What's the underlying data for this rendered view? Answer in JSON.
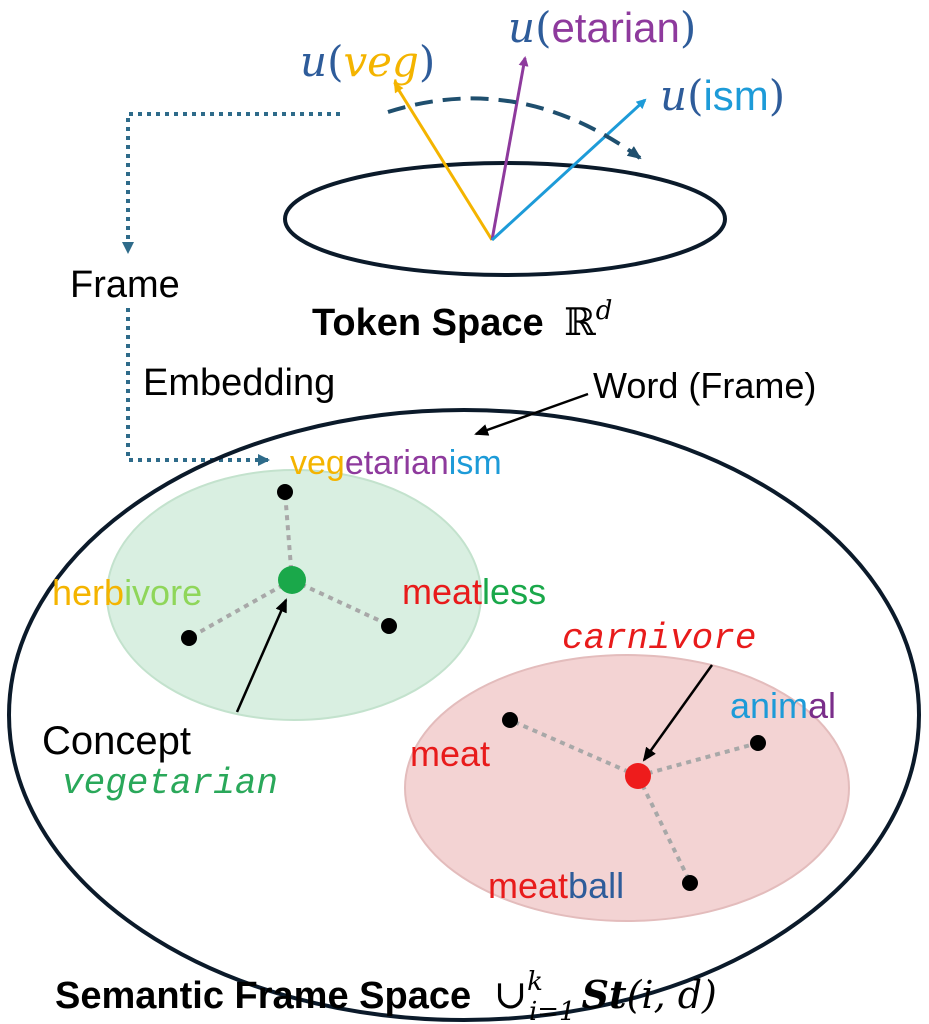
{
  "token_space": {
    "title": "Token Space",
    "symbol": "ℝ",
    "superscript": "d",
    "vectors": [
      {
        "u": "u",
        "open": "(",
        "arg": "veg",
        "close": ")",
        "color": "#f4b400",
        "label_color": "#2e5c9a"
      },
      {
        "u": "u",
        "open": "(",
        "arg": "etarian",
        "close": ")",
        "color": "#8e3a9d",
        "label_color": "#2e5c9a"
      },
      {
        "u": "u",
        "open": "(",
        "arg": "ism",
        "close": ")",
        "color": "#1d9bd8",
        "label_color": "#2e5c9a"
      }
    ]
  },
  "frame_embedding": {
    "line1": "Frame",
    "line2": "Embedding"
  },
  "word_frame_callout": "Word (Frame)",
  "composed_word": {
    "parts": [
      {
        "text": "veg",
        "color": "#f4b400"
      },
      {
        "text": "etarian",
        "color": "#8e3a9d"
      },
      {
        "text": "ism",
        "color": "#1d9bd8"
      }
    ]
  },
  "clusters": {
    "vegetarian": {
      "fill": "#d9efe1",
      "center_color": "#1aa84a",
      "words": {
        "herbivore": [
          {
            "text": "herb",
            "color": "#f4b400"
          },
          {
            "text": "ivore",
            "color": "#8fd65a"
          }
        ],
        "meatless": [
          {
            "text": "meat",
            "color": "#e81b1b"
          },
          {
            "text": "less",
            "color": "#1aa84a"
          }
        ]
      },
      "concept_label": "Concept",
      "concept_name": "vegetarian",
      "concept_color": "#2aa85a"
    },
    "carnivore": {
      "fill": "#f3d3d3",
      "center_color": "#ee1c1c",
      "concept_name": "carnivore",
      "concept_color": "#e81b1b",
      "words": {
        "meat": [
          {
            "text": "meat",
            "color": "#e81b1b"
          }
        ],
        "animal": [
          {
            "text": "anim",
            "color": "#1d9bd8"
          },
          {
            "text": "al",
            "color": "#7a2e8a"
          }
        ],
        "meatball": [
          {
            "text": "meat",
            "color": "#e81b1b"
          },
          {
            "text": "ball",
            "color": "#2e5c9a"
          }
        ]
      }
    }
  },
  "semantic_space": {
    "title": "Semantic Frame Space",
    "union": "∪",
    "sup": "k",
    "sub": "i=1",
    "st": "St",
    "args": "(i, d)"
  },
  "colors": {
    "dotted_arrow": "#2e6b8a",
    "dashed_arc": "#1f4f6e"
  }
}
